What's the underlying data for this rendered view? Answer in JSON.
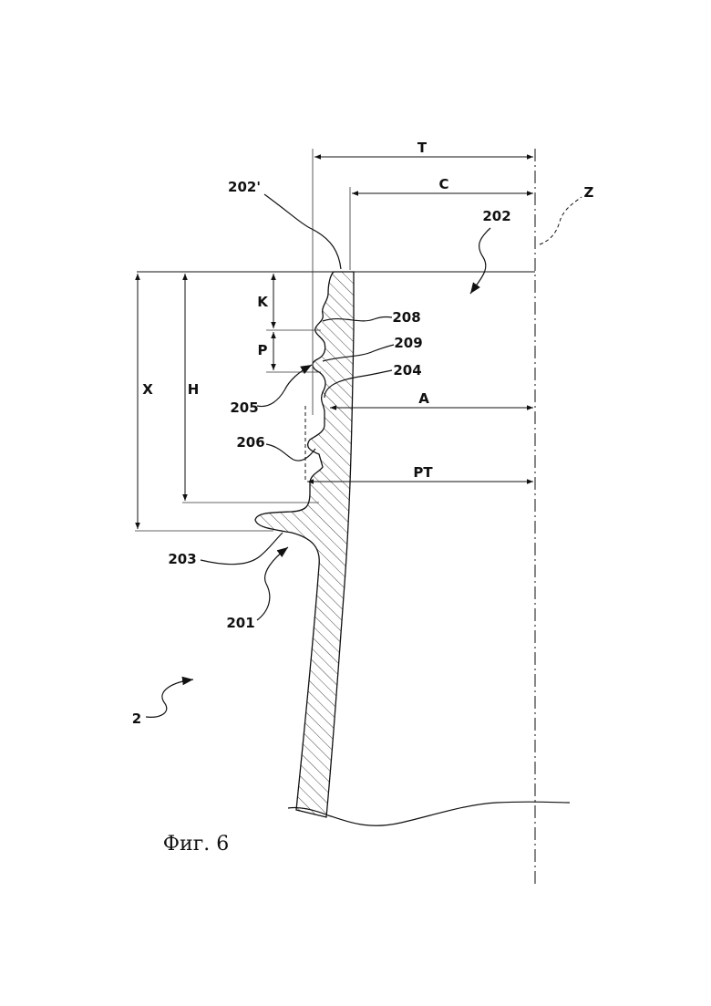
{
  "figure": {
    "caption": "Фиг. 6",
    "dimensions": {
      "T": "T",
      "C": "C",
      "A": "A",
      "PT": "PT",
      "X": "X",
      "H": "H",
      "K": "K",
      "P": "P"
    },
    "references": {
      "r202p": "202'",
      "r202": "202",
      "z": "Z",
      "r208": "208",
      "r209": "209",
      "r204": "204",
      "r205": "205",
      "r206": "206",
      "r203": "203",
      "r201": "201",
      "r2": "2"
    }
  }
}
